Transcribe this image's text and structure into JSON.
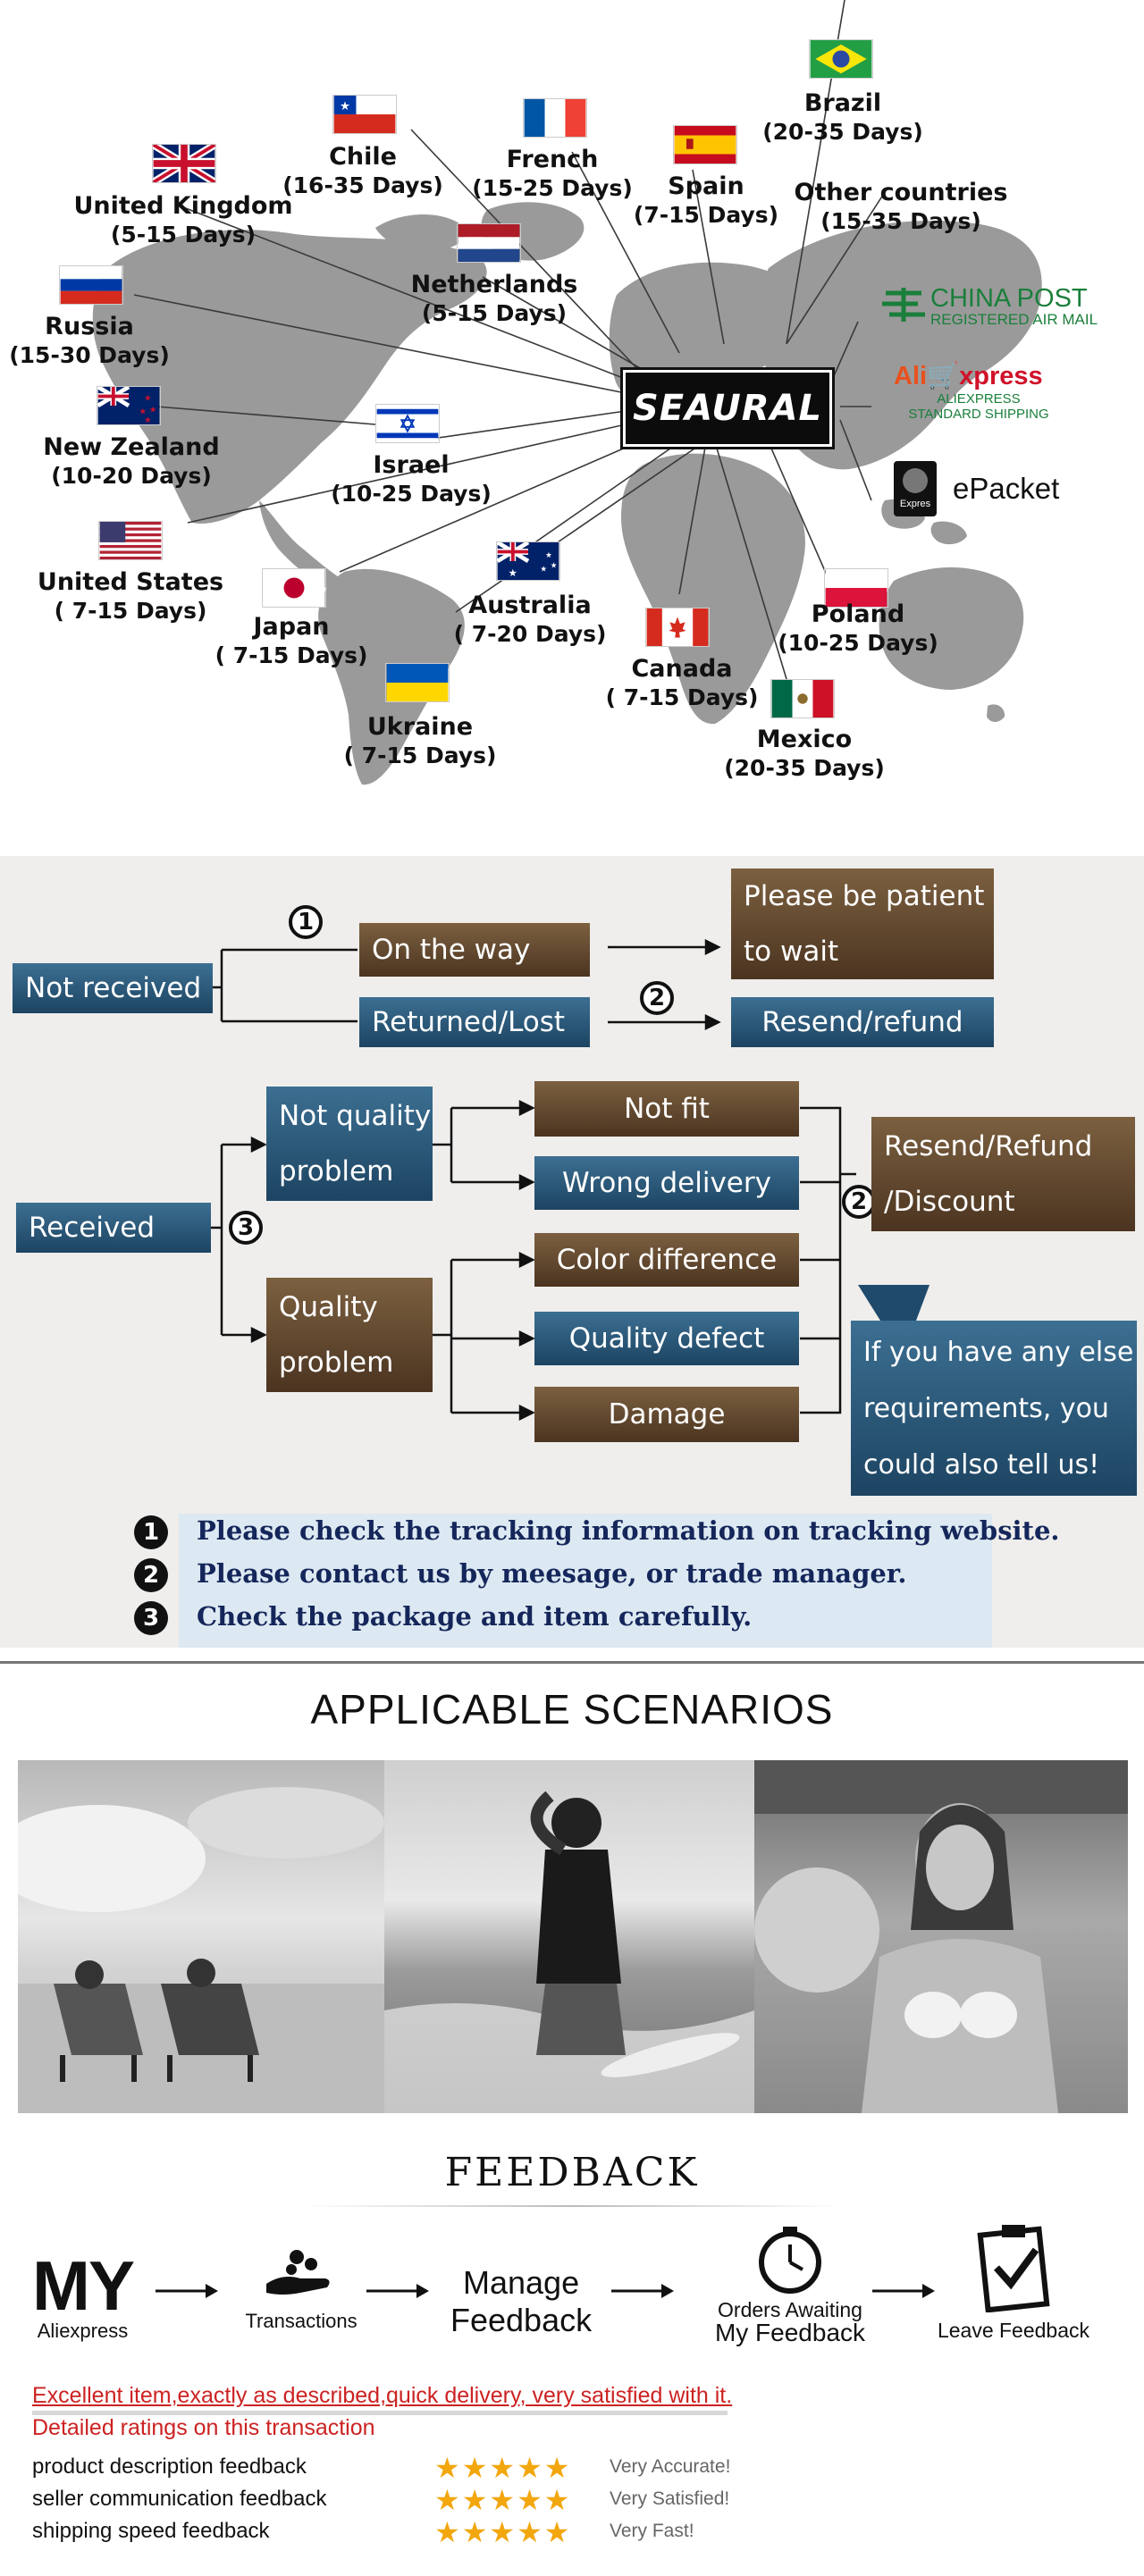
{
  "map": {
    "brand": "SEAURAL",
    "countries": [
      {
        "id": "brazil",
        "name": "Brazil",
        "days": "(20-35 Days)"
      },
      {
        "id": "chile",
        "name": "Chile",
        "days": "(16-35 Days)"
      },
      {
        "id": "french",
        "name": "French",
        "days": "(15-25 Days)"
      },
      {
        "id": "spain",
        "name": "Spain",
        "days": "(7-15 Days)"
      },
      {
        "id": "other",
        "name": "Other countries",
        "days": "(15-35 Days)"
      },
      {
        "id": "uk",
        "name": "United Kingdom",
        "days": "(5-15 Days)"
      },
      {
        "id": "netherlands",
        "name": "Netherlands",
        "days": "(5-15 Days)"
      },
      {
        "id": "russia",
        "name": "Russia",
        "days": "(15-30 Days)"
      },
      {
        "id": "newzealand",
        "name": "New Zealand",
        "days": "(10-20 Days)"
      },
      {
        "id": "israel",
        "name": "Israel",
        "days": "(10-25 Days)"
      },
      {
        "id": "us",
        "name": "United States",
        "days": "( 7-15 Days)"
      },
      {
        "id": "japan",
        "name": "Japan",
        "days": "( 7-15 Days)"
      },
      {
        "id": "australia",
        "name": "Australia",
        "days": "( 7-20 Days)"
      },
      {
        "id": "ukraine",
        "name": "Ukraine",
        "days": "( 7-15 Days)"
      },
      {
        "id": "canada",
        "name": "Canada",
        "days": "( 7-15 Days)"
      },
      {
        "id": "poland",
        "name": "Poland",
        "days": "(10-25 Days)"
      },
      {
        "id": "mexico",
        "name": "Mexico",
        "days": "(20-35 Days)"
      }
    ],
    "carriers": {
      "china_post_title": "CHINA POST",
      "china_post_sub": "REGISTERED AIR MAIL",
      "ali_brand_a": "Ali",
      "ali_brand_b": "xpress",
      "ali_sub1": "ALIEXPRESS",
      "ali_sub2": "STANDARD SHIPPING",
      "epacket": "ePacket",
      "epacket_badge": "Expres"
    }
  },
  "process": {
    "not_received": "Not received",
    "on_the_way": "On the way",
    "returned_lost": "Returned/Lost",
    "patient_line1": "Please be patient",
    "patient_line2": "to wait",
    "resend_refund": "Resend/refund",
    "received": "Received",
    "not_quality_line1": "Not quality",
    "not_quality_line2": "problem",
    "quality_line1": "Quality",
    "quality_line2": "problem",
    "not_fit": "Not fit",
    "wrong_delivery": "Wrong delivery",
    "color_difference": "Color difference",
    "quality_defect": "Quality defect",
    "damage": "Damage",
    "resolution_line1": "Resend/Refund",
    "resolution_line2": "/Discount",
    "else_line1": "If you have any else",
    "else_line2": "requirements, you",
    "else_line3": "could also tell us!",
    "n1": "1",
    "n2": "2",
    "n3": "3",
    "notes": [
      "Please check the tracking information on tracking website.",
      "Please contact us by meesage, or trade manager.",
      "Check the package and item carefully."
    ]
  },
  "scenarios": {
    "title": "APPLICABLE SCENARIOS"
  },
  "feedback": {
    "title": "FEEDBACK",
    "my_big": "MY",
    "my_small": "Aliexpress",
    "transactions": "Transactions",
    "manage_line1": "Manage",
    "manage_line2": "Feedback",
    "orders_line1": "Orders Awaiting",
    "orders_line2": "My Feedback",
    "leave": "Leave Feedback",
    "excellent": "Excellent item,exactly as described,quick delivery, very satisfied with it.",
    "detailed": "Detailed ratings on this transaction",
    "ratings": [
      {
        "label": "product description feedback",
        "stars": "★★★★★",
        "verdict": "Very Accurate!"
      },
      {
        "label": "seller communication feedback",
        "stars": "★★★★★",
        "verdict": "Very Satisfied!"
      },
      {
        "label": "shipping speed feedback",
        "stars": "★★★★★",
        "verdict": "Very Fast!"
      }
    ]
  }
}
